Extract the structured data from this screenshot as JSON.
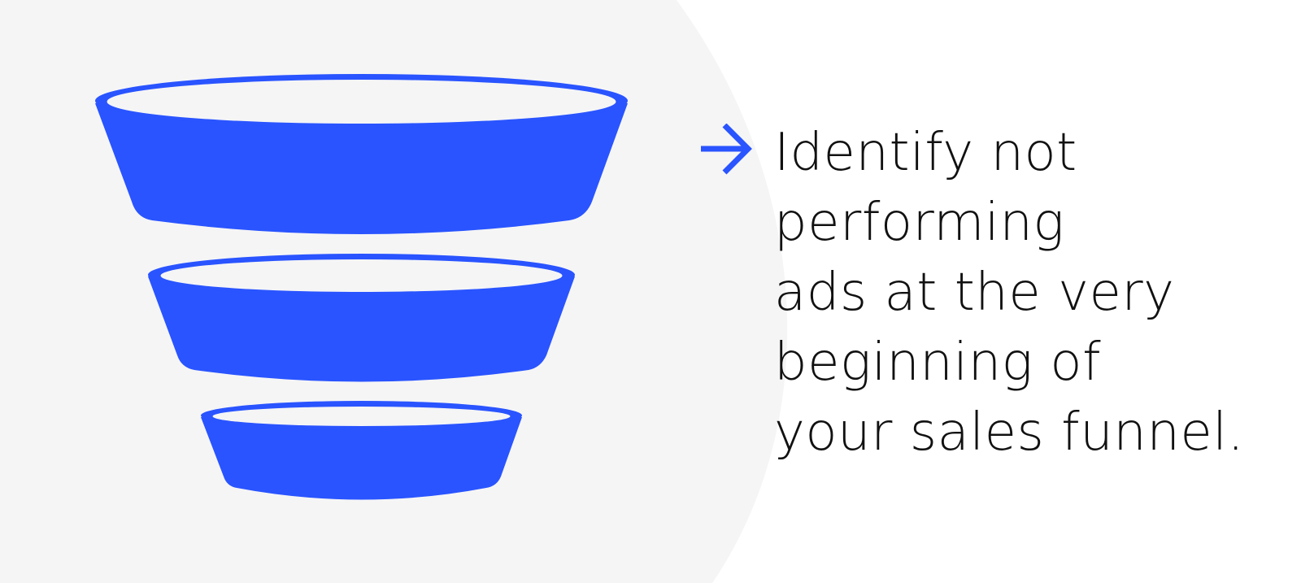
{
  "colors": {
    "funnel_blue": "#2954FF",
    "background_circle": "#F5F5F6",
    "page_background": "#FFFFFF",
    "text": "#111111"
  },
  "icons": {
    "funnel": "funnel-icon",
    "arrow": "arrow-right-icon"
  },
  "caption": {
    "lines": [
      "Identify not",
      "performing",
      "ads at the very",
      "beginning of",
      "your sales funnel."
    ]
  }
}
